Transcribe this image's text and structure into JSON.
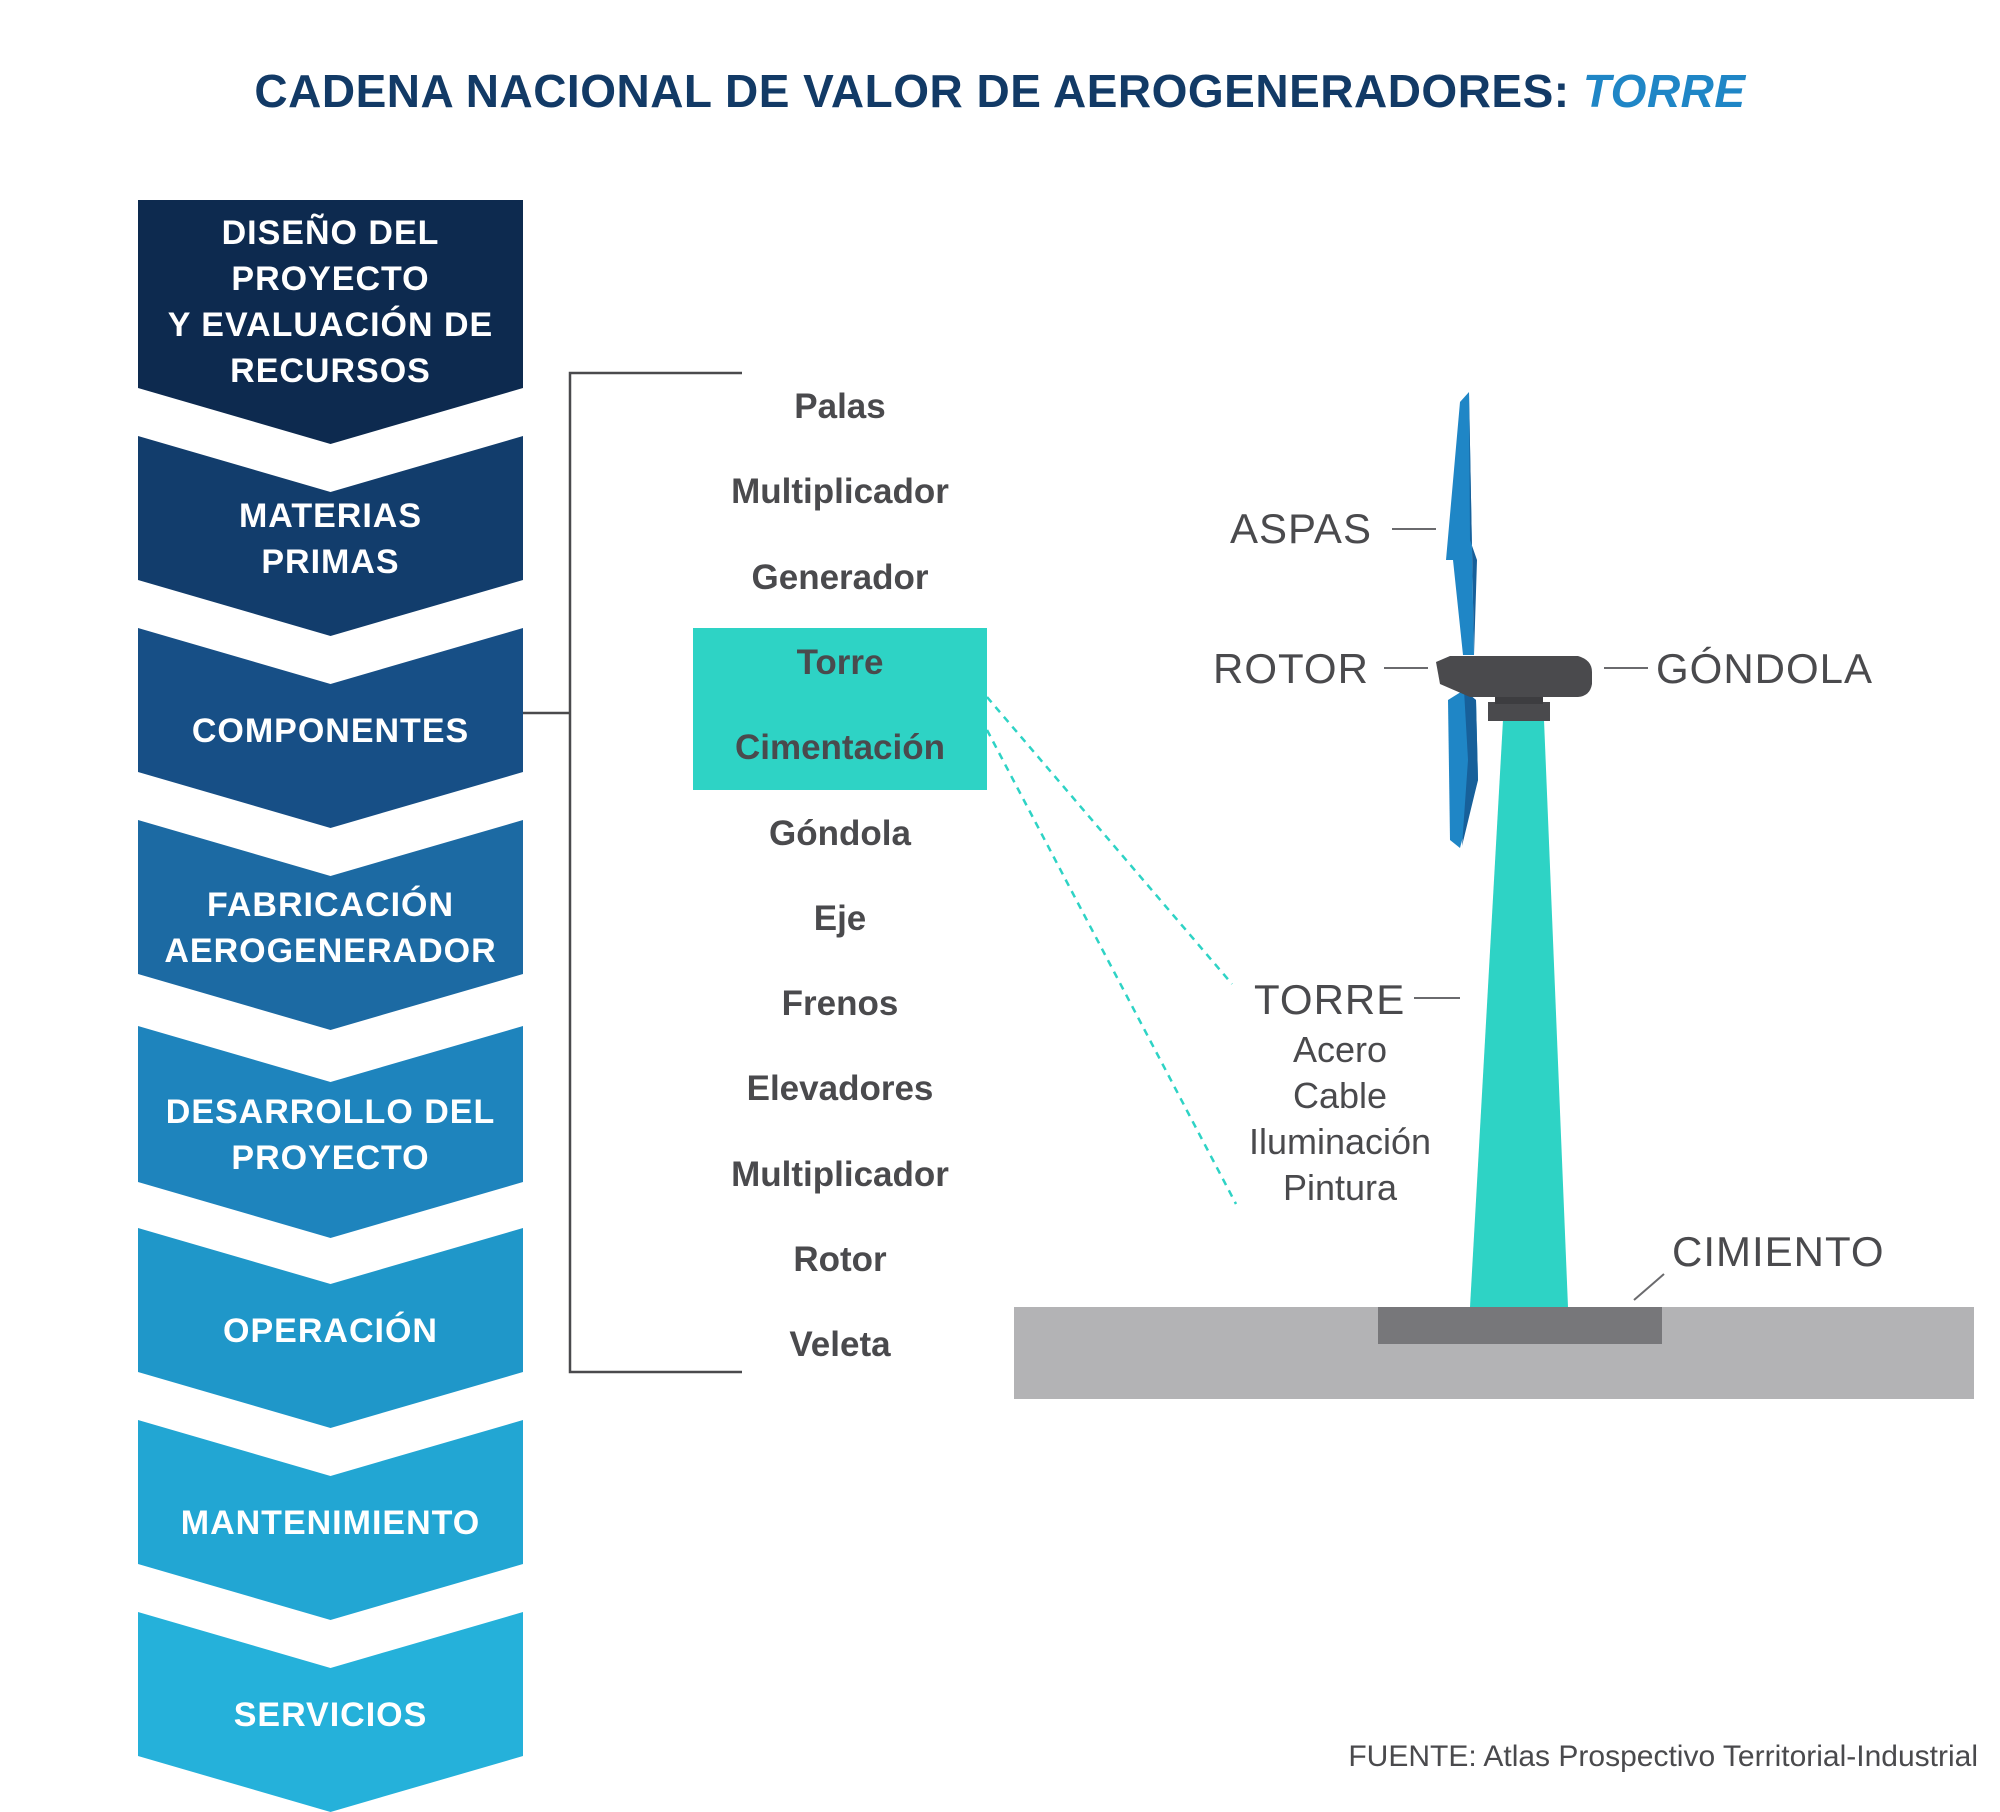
{
  "title": {
    "main": "CADENA NACIONAL DE VALOR DE AEROGENERADORES:",
    "accent": "TORRE"
  },
  "value_chain": [
    {
      "lines": [
        "DISEÑO DEL",
        "PROYECTO",
        "Y EVALUACIÓN DE",
        "RECURSOS"
      ],
      "color": "#0d2a4f"
    },
    {
      "lines": [
        "MATERIAS",
        "PRIMAS"
      ],
      "color": "#123d6c"
    },
    {
      "lines": [
        "COMPONENTES"
      ],
      "color": "#174f86"
    },
    {
      "lines": [
        "FABRICACIÓN",
        "AEROGENERADOR"
      ],
      "color": "#1c6aa3"
    },
    {
      "lines": [
        "DESARROLLO DEL",
        "PROYECTO"
      ],
      "color": "#1e84bd"
    },
    {
      "lines": [
        "OPERACIÓN"
      ],
      "color": "#1f97c9"
    },
    {
      "lines": [
        "MANTENIMIENTO"
      ],
      "color": "#22a6d3"
    },
    {
      "lines": [
        "SERVICIOS"
      ],
      "color": "#25b1da"
    }
  ],
  "components": [
    "Palas",
    "Multiplicador",
    "Generador",
    "Torre",
    "Cimentación",
    "Góndola",
    "Eje",
    "Frenos",
    "Elevadores",
    "Multiplicador",
    "Rotor",
    "Veleta"
  ],
  "highlight_color": "#2ed3c5",
  "turbine": {
    "aspas": "ASPAS",
    "rotor": "ROTOR",
    "gondola": "GÓNDOLA",
    "torre": "TORRE",
    "torre_materials": [
      "Acero",
      "Cable",
      "Iluminación",
      "Pintura"
    ],
    "cimiento": "CIMIENTO"
  },
  "source": "FUENTE: Atlas Prospectivo Territorial-Industrial"
}
